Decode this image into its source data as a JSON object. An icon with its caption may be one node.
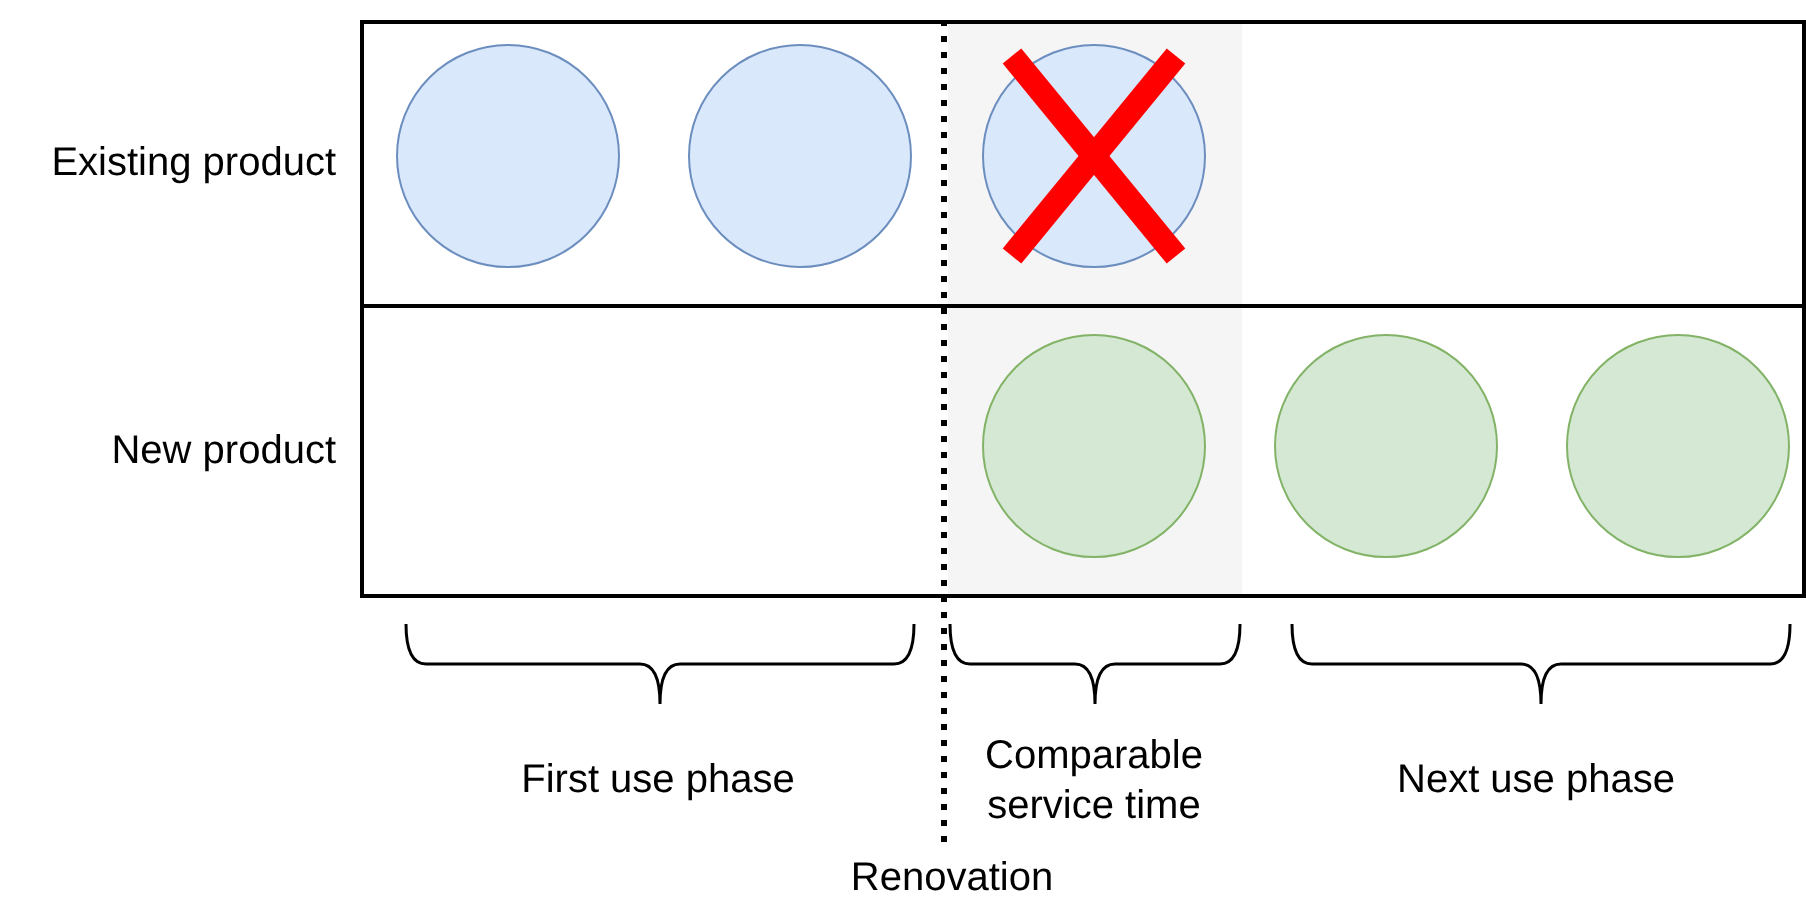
{
  "diagram": {
    "nodes": [
      {
        "text": [
          "Existing product"
        ]
      },
      {
        "text": [
          "New product"
        ]
      },
      {
        "text": [],
        "shape": "circle",
        "in": 0
      },
      {
        "text": [],
        "shape": "circle",
        "in": 0
      },
      {
        "text": [],
        "shape": "circle",
        "in": 0
      },
      {
        "text": [],
        "shape": "circle",
        "in": 1
      },
      {
        "text": [],
        "shape": "circle",
        "in": 1
      },
      {
        "text": [],
        "shape": "circle",
        "in": 1
      }
    ],
    "labels": [
      "First use phase",
      "Comparable service time",
      "Next use phase",
      "Renovation"
    ]
  }
}
